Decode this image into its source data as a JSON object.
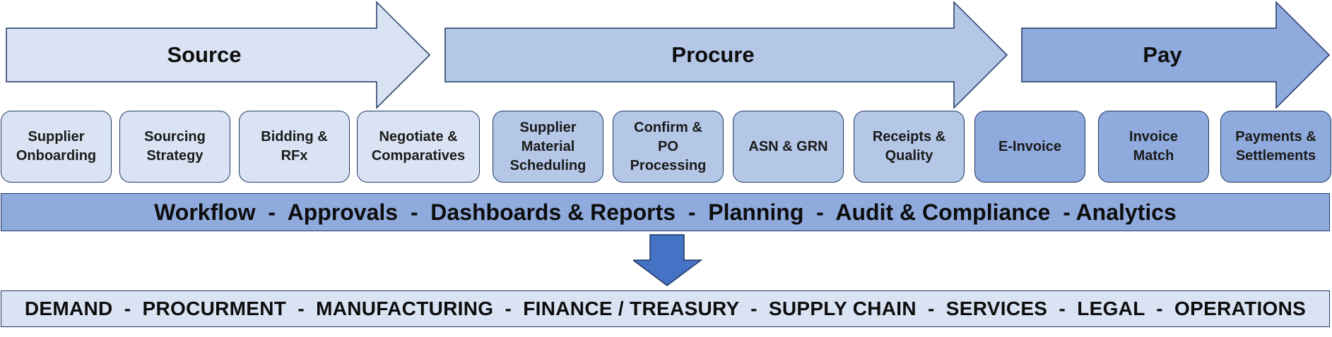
{
  "phases": [
    {
      "id": "source",
      "label": "Source",
      "color": "#dae3f3"
    },
    {
      "id": "procure",
      "label": "Procure",
      "color": "#b4c7e7"
    },
    {
      "id": "pay",
      "label": "Pay",
      "color": "#8faadc"
    }
  ],
  "steps": [
    {
      "label": "Supplier\nOnboarding",
      "phase": "source"
    },
    {
      "label": "Sourcing\nStrategy",
      "phase": "source"
    },
    {
      "label": "Bidding &\nRFx",
      "phase": "source"
    },
    {
      "label": "Negotiate &\nComparatives",
      "phase": "source"
    },
    {
      "label": "Supplier\nMaterial\nScheduling",
      "phase": "procure"
    },
    {
      "label": "Confirm &\nPO\nProcessing",
      "phase": "procure"
    },
    {
      "label": "ASN & GRN",
      "phase": "procure"
    },
    {
      "label": "Receipts &\nQuality",
      "phase": "procure"
    },
    {
      "label": "E-Invoice",
      "phase": "pay"
    },
    {
      "label": "Invoice\nMatch",
      "phase": "pay"
    },
    {
      "label": "Payments &\nSettlements",
      "phase": "pay"
    }
  ],
  "capabilities": "Workflow  -  Approvals  -  Dashboards & Reports  -  Planning  -  Audit & Compliance  - Analytics",
  "functions": "DEMAND  -  PROCURMENT  -  MANUFACTURING  -  FINANCE / TREASURY  -  SUPPLY CHAIN  -  SERVICES  -  LEGAL  -  OPERATIONS",
  "colors": {
    "outline": "#1f3864",
    "down_arrow": "#4472c4"
  }
}
